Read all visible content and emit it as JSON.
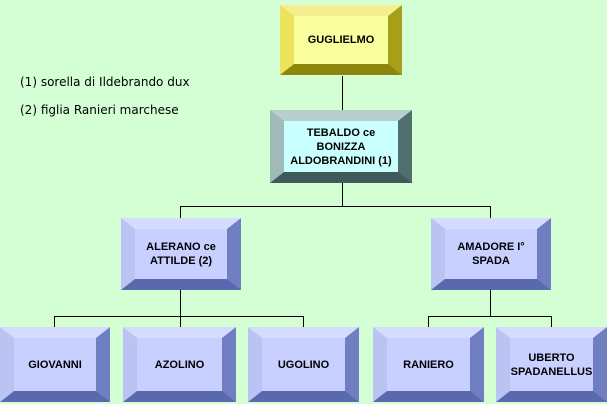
{
  "notes": [
    "(1) sorella di Ildebrando dux",
    "(2) figlia Ranieri marchese"
  ],
  "nodes": {
    "guglielmo": "GUGLIELMO",
    "tebaldo": "TEBALDO ce\nBONIZZA\nALDOBRANDINI (1)",
    "alerano": "ALERANO ce\nATTILDE (2)",
    "amadore": "AMADORE I°\nSPADA",
    "giovanni": "GIOVANNI",
    "azolino": "AZOLINO",
    "ugolino": "UGOLINO",
    "raniero": "RANIERO",
    "uberto": "UBERTO\nSPADANELLUS"
  },
  "colors": {
    "background": "#d4ffd4",
    "root_face": "#f8ff9c",
    "second_face": "#c9ffff",
    "lower_face": "#c8d0ff"
  }
}
